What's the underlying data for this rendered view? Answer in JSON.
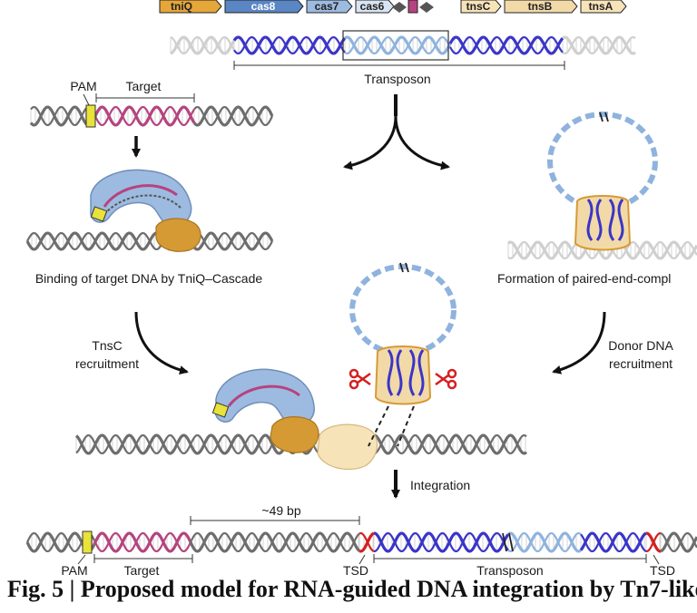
{
  "genes": {
    "tniQ": "tniQ",
    "cas8": "cas8",
    "cas7": "cas7",
    "cas6": "cas6",
    "tnsC": "tnsC",
    "tnsB": "tnsB",
    "tnsA": "tnsA"
  },
  "labels": {
    "transposon_top": "Transposon",
    "pam": "PAM",
    "target": "Target",
    "binding": "Binding of target DNA by TniQ–Cascade",
    "paired_end": "Formation of paired-end-compl",
    "tnsc_line1": "TnsC",
    "tnsc_line2": "recruitment",
    "donor_line1": "Donor DNA",
    "donor_line2": "recruitment",
    "integration": "Integration",
    "bp": "~49 bp",
    "bottom_pam": "PAM",
    "bottom_target": "Target",
    "tsd_left": "TSD",
    "bottom_transposon": "Transposon",
    "tsd_right": "TSD"
  },
  "caption": "Fig. 5 | Proposed model for RNA-guided DNA integration by Tn7-like",
  "colors": {
    "dna_grey": "#6d6d6d",
    "dna_blue": "#3a35c8",
    "dna_light_blue": "#8fb3de",
    "target_magenta": "#b5447f",
    "pam_yellow": "#e8e23a",
    "protein_blue": "#9dbbe0",
    "protein_orange": "#d69a35",
    "protein_tan": "#f2d9a8",
    "tsd_red": "#d42020",
    "scissors_red": "#d42020"
  }
}
